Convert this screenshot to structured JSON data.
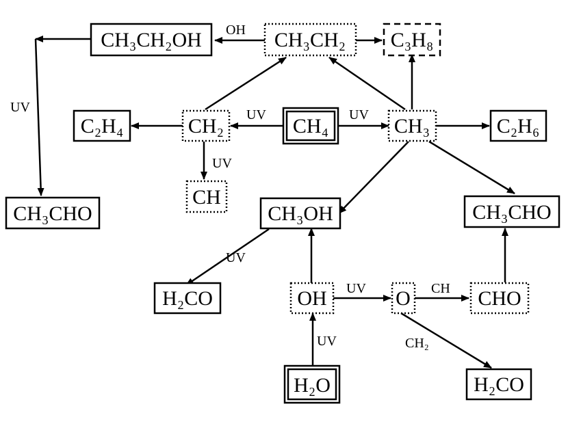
{
  "nodes": {
    "ch3ch2oh": {
      "text": "CH₃CH₂OH",
      "style": "solid"
    },
    "ch3ch2": {
      "text": "CH₃CH₂",
      "style": "dotted"
    },
    "c3h8": {
      "text": "C₃H₈",
      "style": "dashed"
    },
    "c2h4": {
      "text": "C₂H₄",
      "style": "solid"
    },
    "ch2": {
      "text": "CH₂",
      "style": "dotted"
    },
    "ch4": {
      "text": "CH₄",
      "style": "double"
    },
    "ch3": {
      "text": "CH₃",
      "style": "dotted"
    },
    "c2h6": {
      "text": "C₂H₆",
      "style": "solid"
    },
    "ch": {
      "text": "CH",
      "style": "dotted"
    },
    "ch3cho_left": {
      "text": "CH₃CHO",
      "style": "solid"
    },
    "ch3oh": {
      "text": "CH₃OH",
      "style": "solid"
    },
    "ch3cho_right": {
      "text": "CH₃CHO",
      "style": "solid"
    },
    "h2co_left": {
      "text": "H₂CO",
      "style": "solid"
    },
    "oh": {
      "text": "OH",
      "style": "dotted"
    },
    "o": {
      "text": "O",
      "style": "dotted"
    },
    "cho": {
      "text": "CHO",
      "style": "dotted"
    },
    "h2o": {
      "text": "H₂O",
      "style": "double"
    },
    "h2co_right": {
      "text": "H₂CO",
      "style": "solid"
    }
  },
  "edge_labels": {
    "oh_to_ethanol": "OH",
    "ethanol_down": "UV",
    "ch4_to_ch2": "UV",
    "ch4_to_ch3": "UV",
    "ch2_to_ch": "UV",
    "ch3oh_to_h2co": "UV",
    "oh_to_o": "UV",
    "o_to_cho": "CH",
    "h2o_to_oh": "UV",
    "o_to_h2co": "CH₂"
  }
}
